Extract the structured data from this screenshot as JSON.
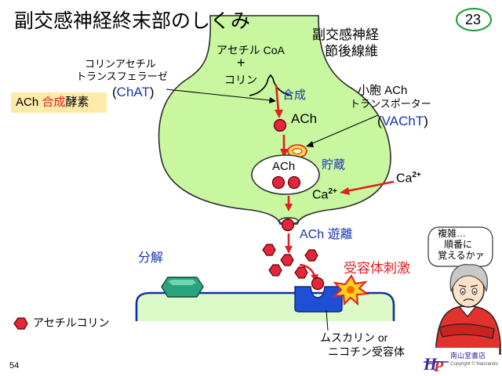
{
  "title": "副交感神経終末部のしくみ",
  "slide_number": "23",
  "page_number": "54",
  "labels": {
    "nerve_line1": "副交感神経",
    "nerve_line2": "節後線維",
    "substrate_1": "アセチル CoA",
    "plus": "+",
    "substrate_2": "コリン",
    "synthesis": "合成",
    "ach_top": "ACh",
    "chat_line1": "コリンアセチル",
    "chat_line2": "トランスフェラーゼ",
    "chat_abbr_open": "(",
    "chat_abbr": "ChAT",
    "chat_abbr_close": ")",
    "ach_enzyme_1": "ACh ",
    "ach_enzyme_2": "合成",
    "ach_enzyme_3": "酵素",
    "vacht_line1": "小胞 ACh",
    "vacht_line2": "トランスポーター",
    "vacht_abbr_open": "(",
    "vacht_abbr": "VAChT",
    "vacht_abbr_close": ")",
    "vesicle_ach": "ACh",
    "storage": "貯蔵",
    "ca_inside": "Ca",
    "ca_inside_sup": "2+",
    "ca_outside": "Ca",
    "ca_outside_sup": "2+",
    "release": "ACh 遊離",
    "degradation": "分解",
    "receptor_stim": "受容体刺激",
    "legend": "アセチルコリン",
    "receptor_line1": "ムスカリン or",
    "receptor_line2": "ニコチン受容体",
    "bubble_line1": "複雑…",
    "bubble_line2": "順番に",
    "bubble_line3": "覚えるかァ",
    "publisher": "南山堂書店",
    "publisher_sub": "Copyright © Nanzando"
  },
  "colors": {
    "terminal_fill": "#c8f7a0",
    "terminal_stroke": "#2b2b2b",
    "accent_red": "#e02020",
    "accent_blue": "#1a33b3",
    "molecule_red": "#e3263a",
    "membrane_fill": "#dcf9c8",
    "membrane_stroke": "#1230a8",
    "enzyme_teal": "#2aa37f",
    "receptor_blue": "#1f4fd6",
    "slide_badge": "#1e9c3a",
    "enzyme_box": "#fde9a8"
  }
}
